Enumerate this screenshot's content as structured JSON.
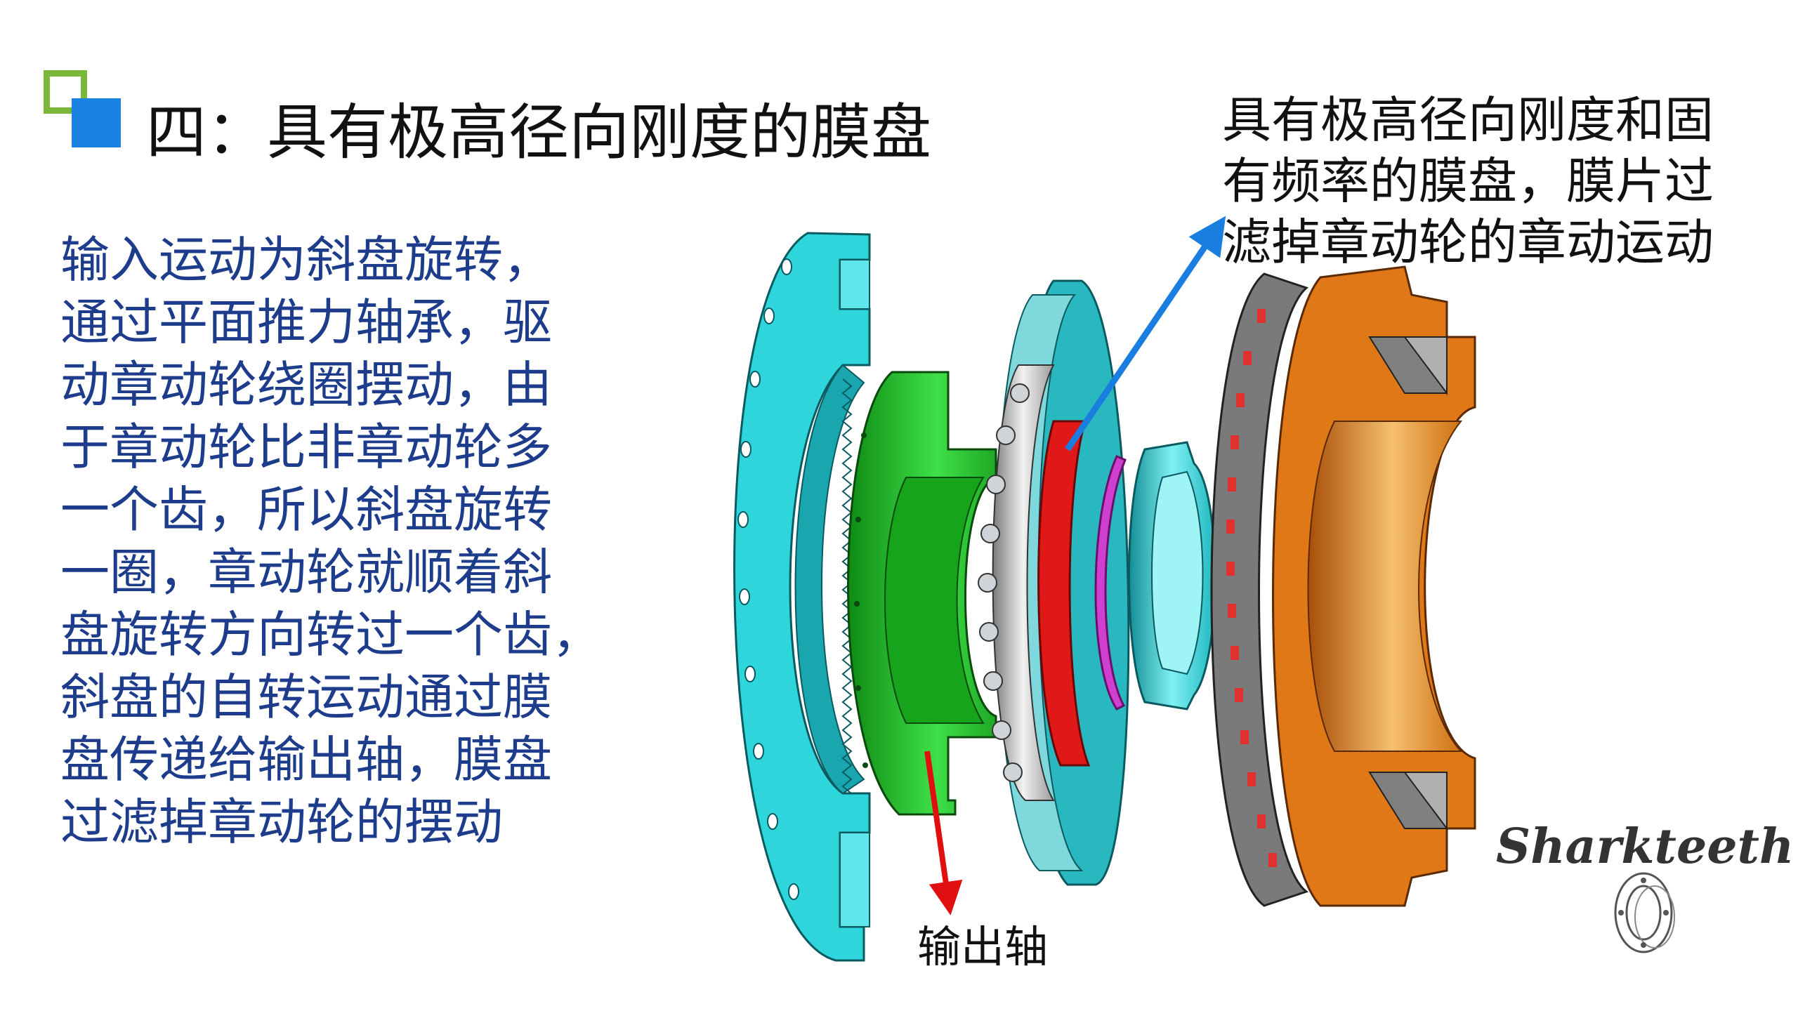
{
  "title": "四：具有极高径向刚度的膜盘",
  "description": [
    "输入运动为斜盘旋转，",
    "通过平面推力轴承，驱",
    "动章动轮绕圈摆动，由",
    "于章动轮比非章动轮多",
    "一个齿，所以斜盘旋转",
    "一圈，章动轮就顺着斜",
    "盘旋转方向转过一个齿，",
    "斜盘的自转运动通过膜",
    "盘传递给输出轴，膜盘",
    "过滤掉章动轮的摆动"
  ],
  "callout": [
    "具有极高径向刚度和固",
    "有频率的膜盘，膜片过",
    "滤掉章动轮的章动运动"
  ],
  "output_shaft_label": "输出轴",
  "brand": "Sharkteeth",
  "colors": {
    "title_accent_outer": "#7ab83a",
    "title_accent_inner": "#1a82e0",
    "description_text": "#1e3c8c",
    "housing": "#2ed6dc",
    "output_shaft": "#22c02a",
    "nutating_gear_ring": "#e01818",
    "retaining_ring": "#d040d0",
    "diaphragm_hub": "#e07818",
    "callout_arrow": "#1a7ee0",
    "shaft_arrow": "#e01010"
  },
  "icons": {
    "title_marker": "nested-squares-icon",
    "brand_logo": "bearing-logo-icon"
  }
}
